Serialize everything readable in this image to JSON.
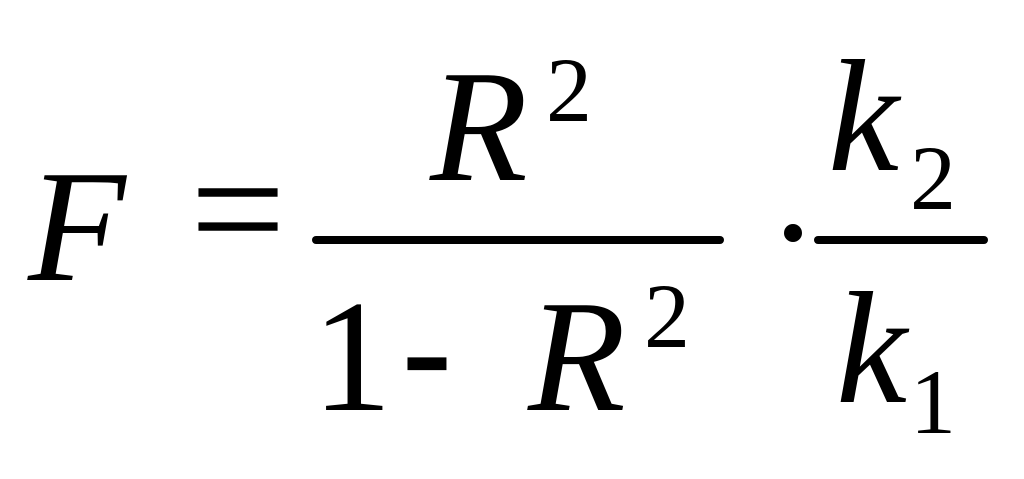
{
  "formula": {
    "lhs": "F",
    "equals": "=",
    "fraction1": {
      "numerator": {
        "base": "R",
        "superscript": "2"
      },
      "denominator": {
        "one": "1",
        "minus": "-",
        "base": "R",
        "superscript": "2"
      }
    },
    "fraction2": {
      "numerator": {
        "base": "k",
        "subscript": "2"
      },
      "denominator": {
        "base": "k",
        "subscript": "1"
      }
    }
  }
}
